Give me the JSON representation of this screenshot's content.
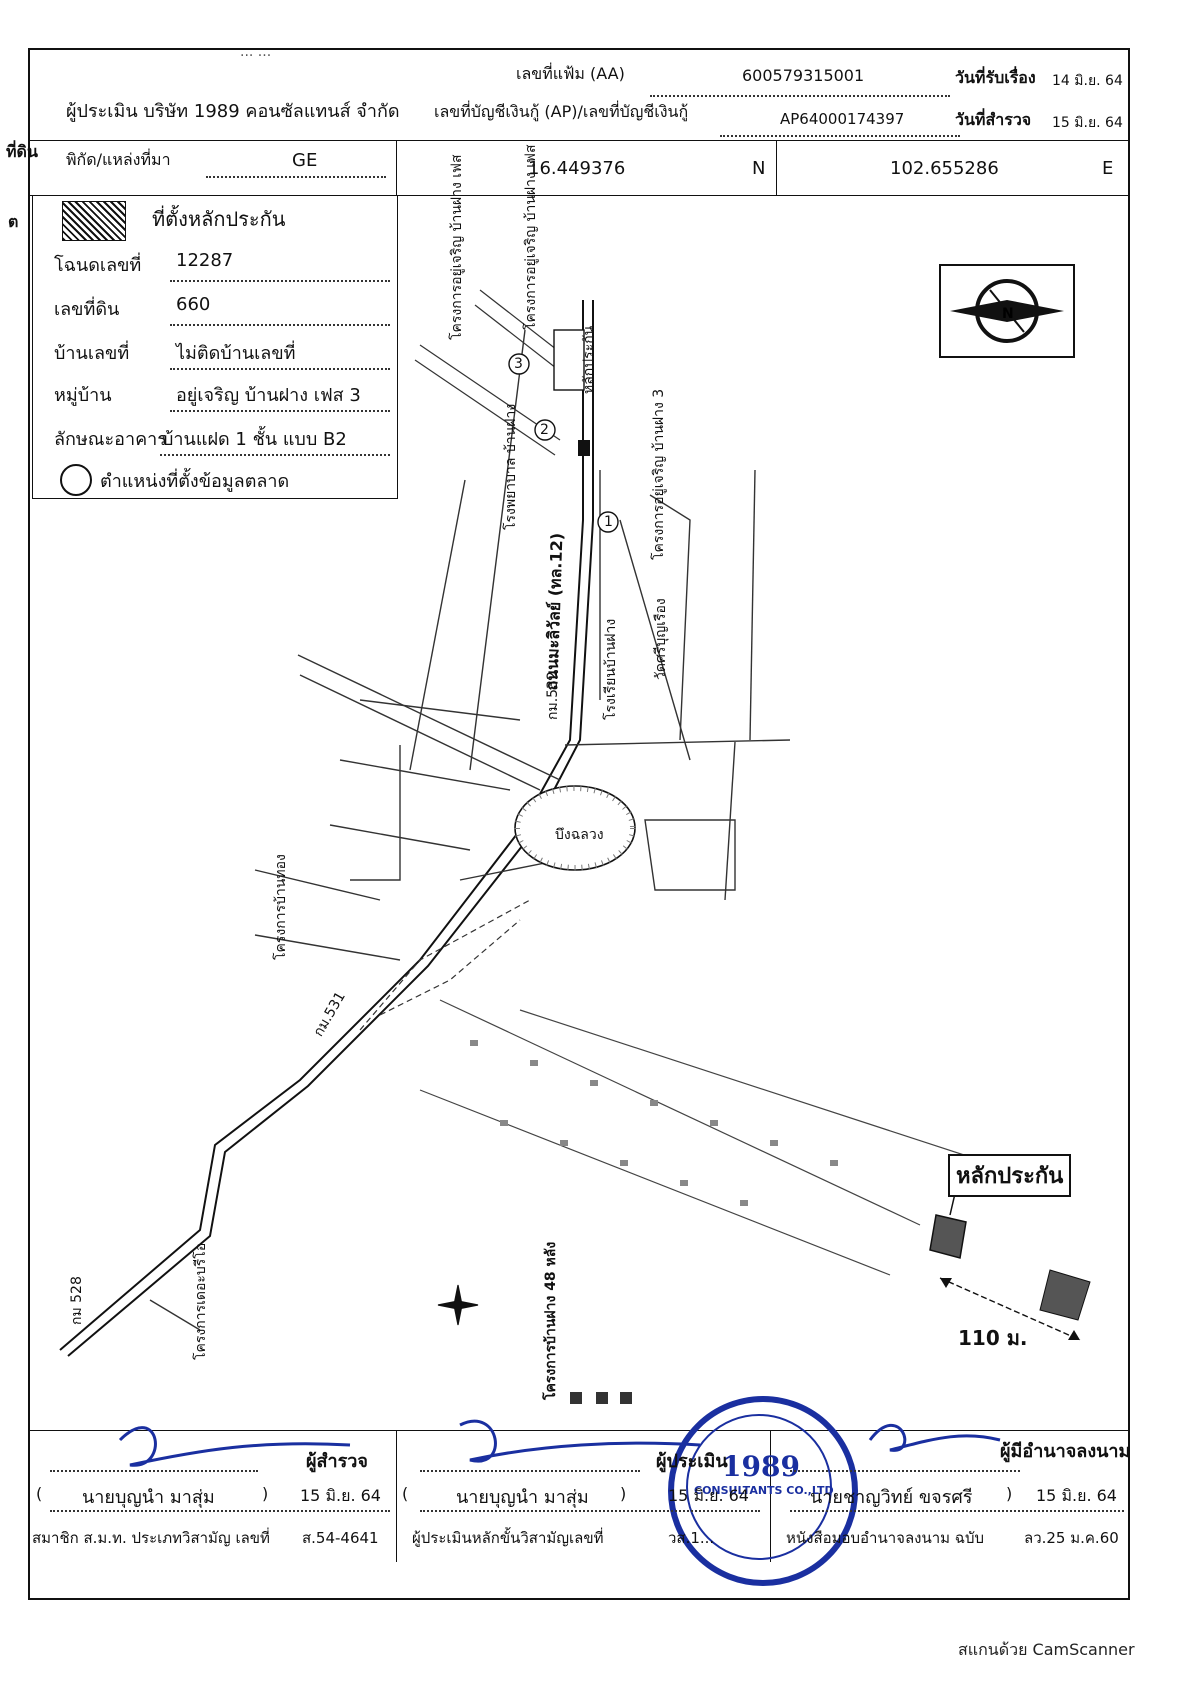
{
  "header": {
    "file_no_label": "เลขที่แฟ้ม (AA)",
    "file_no_value": "600579315001",
    "received_label": "วันที่รับเรื่อง",
    "received_value": "14 มิ.ย. 64",
    "appraiser_label": "ผู้ประเมิน บริษัท 1989 คอนซัลแทนส์ จำกัด",
    "account_label": "เลขที่บัญชีเงินกู้ (AP)/เลขที่บัญชีเงินกู้",
    "account_value": "AP64000174397",
    "survey_label": "วันที่สำรวจ",
    "survey_value": "15 มิ.ย. 64",
    "top_cut_text": "... ...",
    "land_label": "ที่ดิน",
    "coord_label": "พิกัด/แหล่งที่มา",
    "coord_source": "GE",
    "lat": "16.449376",
    "lat_dir": "N",
    "lon": "102.655286",
    "lon_dir": "E",
    "side_mark": "ต"
  },
  "legend": {
    "title": "ที่ตั้งหลักประกัน",
    "rows": [
      {
        "label": "โฉนดเลขที่",
        "value": "12287"
      },
      {
        "label": "เลขที่ดิน",
        "value": "660"
      },
      {
        "label": "บ้านเลขที่",
        "value": "ไม่ติดบ้านเลขที่"
      },
      {
        "label": "หมู่บ้าน",
        "value": "อยู่เจริญ บ้านฝาง เฟส 3"
      },
      {
        "label": "ลักษณะอาคาร",
        "value": "บ้านแฝด 1 ชั้น แบบ B2"
      }
    ],
    "market_label": "ตำแหน่งที่ตั้งข้อมูลตลาด"
  },
  "map": {
    "collateral_callout": "หลักประกัน",
    "distance": "110 ม.",
    "top_collateral": "หลักประกัน",
    "road_name": "ถนนมะลิวัลย์ (ทล.12)",
    "swamp": "บึงฉลวง",
    "project_48": "โครงการบ้านฝาง 48 หลัง",
    "km_528": "กม 528",
    "km_531": "กม.531",
    "km_532": "กม.532",
    "marker_1": "1",
    "marker_2": "2",
    "marker_3": "3",
    "proj_top_1": "โครงการอยู่เจริญ บ้านฝาง เฟส",
    "proj_top_2": "โครงการอยู่เจริญ บ้านฝาง เฟส",
    "proj_phase3": "โครงการอยู่เจริญ บ้านฝาง 3",
    "hospital": "โรงพยาบาล บ้านฝาง",
    "temple": "วัดศรีบุญเรือง",
    "school": "โรงเรียนบ้านฝาง",
    "proj_left": "โครงการบ้านทอง",
    "proj_bottom": "โครงการเดอะบรีโอ"
  },
  "footer": {
    "surveyor_title": "ผู้สำรวจ",
    "surveyor_name": "นายบุญนำ มาสุ่ม",
    "surveyor_date": "15 มิ.ย. 64",
    "surveyor_member_label": "สมาชิก ส.ม.ท. ประเภทวิสามัญ เลขที่",
    "surveyor_member_no": "ส.54-4641",
    "appraiser_title": "ผู้ประเมิน",
    "appraiser_name": "นายบุญนำ มาสุ่ม",
    "appraiser_date": "15 มิ.ย. 64",
    "appraiser_lic_label": "ผู้ประเมินหลักขั้นวิสามัญเลขที่",
    "appraiser_lic_no": "วส.1...",
    "authorized_title": "ผู้มีอำนาจลงนาม",
    "authorized_name": "นายชาญวิทย์ ขจรศรี",
    "authorized_date": "15 มิ.ย. 64",
    "authorized_ref_label": "หนังสือมอบอำนาจลงนาม ฉบับ",
    "authorized_ref_no": "ลว.25 ม.ค.60",
    "paren_open": "(",
    "paren_close": ")",
    "stamp_year": "1989",
    "stamp_text": "CONSULTANTS CO.,LTD"
  },
  "watermark": "สแกนด้วย CamScanner"
}
